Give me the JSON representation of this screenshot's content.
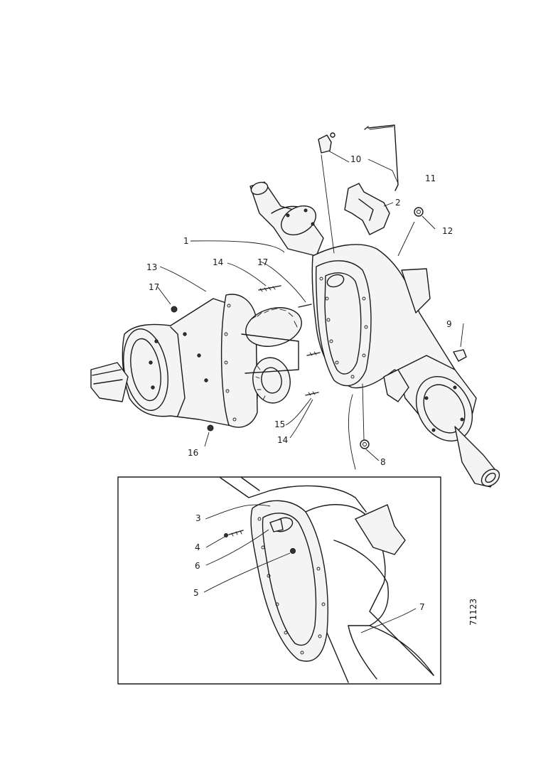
{
  "diagram": {
    "drawing_number": "71123",
    "callouts": [
      {
        "id": "c1",
        "text": "1"
      },
      {
        "id": "c2",
        "text": "2"
      },
      {
        "id": "c3",
        "text": "3"
      },
      {
        "id": "c4",
        "text": "4"
      },
      {
        "id": "c5",
        "text": "5"
      },
      {
        "id": "c6",
        "text": "6"
      },
      {
        "id": "c7",
        "text": "7"
      },
      {
        "id": "c8",
        "text": "8"
      },
      {
        "id": "c9",
        "text": "9"
      },
      {
        "id": "c10",
        "text": "10"
      },
      {
        "id": "c11",
        "text": "11"
      },
      {
        "id": "c12",
        "text": "12"
      },
      {
        "id": "c13",
        "text": "13"
      },
      {
        "id": "c14a",
        "text": "14"
      },
      {
        "id": "c14b",
        "text": "14"
      },
      {
        "id": "c15",
        "text": "15"
      },
      {
        "id": "c16",
        "text": "16"
      },
      {
        "id": "c17a",
        "text": "17"
      },
      {
        "id": "c17b",
        "text": "17"
      }
    ]
  }
}
